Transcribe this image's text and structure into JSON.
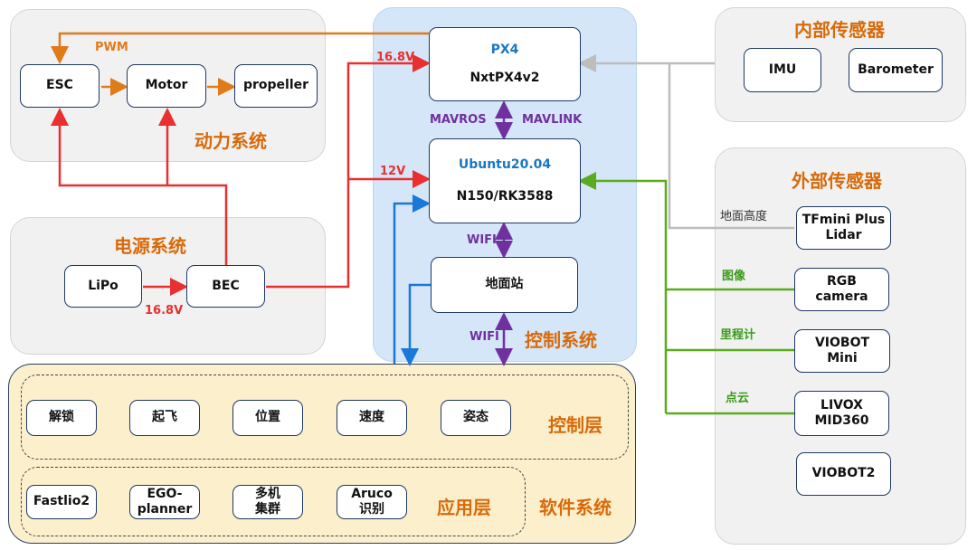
{
  "groups": {
    "power": "动力系统",
    "supply": "电源系统",
    "control": "控制系统",
    "internal": "内部传感器",
    "external": "外部传感器",
    "control_layer": "控制层",
    "app_layer": "应用层",
    "software": "软件系统"
  },
  "nodes": {
    "esc": "ESC",
    "motor": "Motor",
    "propeller": "propeller",
    "lipo": "LiPo",
    "bec": "BEC",
    "px4_title": "PX4",
    "px4_sub": "NxtPX4v2",
    "ubuntu_title": "Ubuntu20.04",
    "ubuntu_sub": "N150/RK3588",
    "ground": "地面站",
    "imu": "IMU",
    "barometer": "Barometer",
    "tfmini": "TFmini Plus\nLidar",
    "rgb": "RGB\ncamera",
    "viobot_mini": "VIOBOT\nMini",
    "livox": "LIVOX\nMID360",
    "viobot2": "VIOBOT2"
  },
  "control_items": [
    "解锁",
    "起飞",
    "位置",
    "速度",
    "姿态"
  ],
  "app_items": [
    "Fastlio2",
    "EGO-\nplanner",
    "多机\n集群",
    "Aruco\n识别"
  ],
  "labels": {
    "pwm": "PWM",
    "v168_top": "16.8V",
    "v12": "12V",
    "v168_bottom": "16.8V",
    "mavros": "MAVROS",
    "mavlink": "MAVLINK",
    "wifi1": "WIFI",
    "wifi2": "WIFI",
    "height": "地面高度",
    "image": "图像",
    "odometer": "里程计",
    "pointcloud": "点云"
  },
  "colors": {
    "power_wire": "#e83030",
    "signal_wire": "#e07b1a",
    "mav_wire": "#7030a0",
    "sensor_wire_green": "#5aac1e",
    "sensor_wire_gray": "#bdbdbd",
    "software_wire": "#1a78d8"
  }
}
